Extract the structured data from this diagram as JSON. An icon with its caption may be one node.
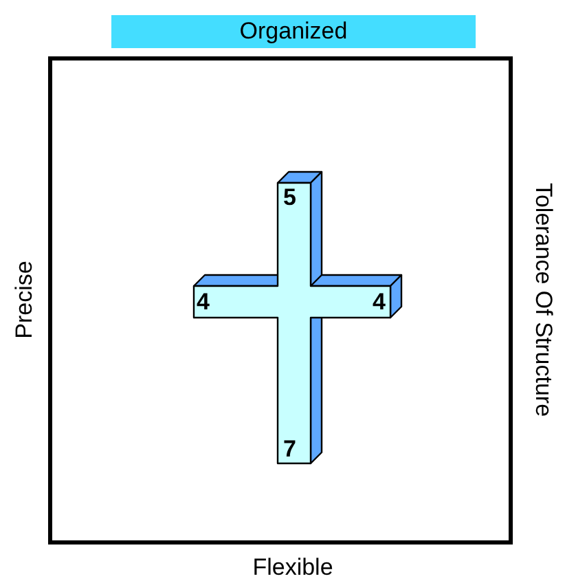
{
  "diagram": {
    "nodes": [
      {
        "text": [
          "Organized"
        ]
      }
    ],
    "labels": [
      "Precise",
      "5",
      "4",
      "4",
      "7",
      "Tolerance Of Structure",
      "Flexible"
    ]
  }
}
